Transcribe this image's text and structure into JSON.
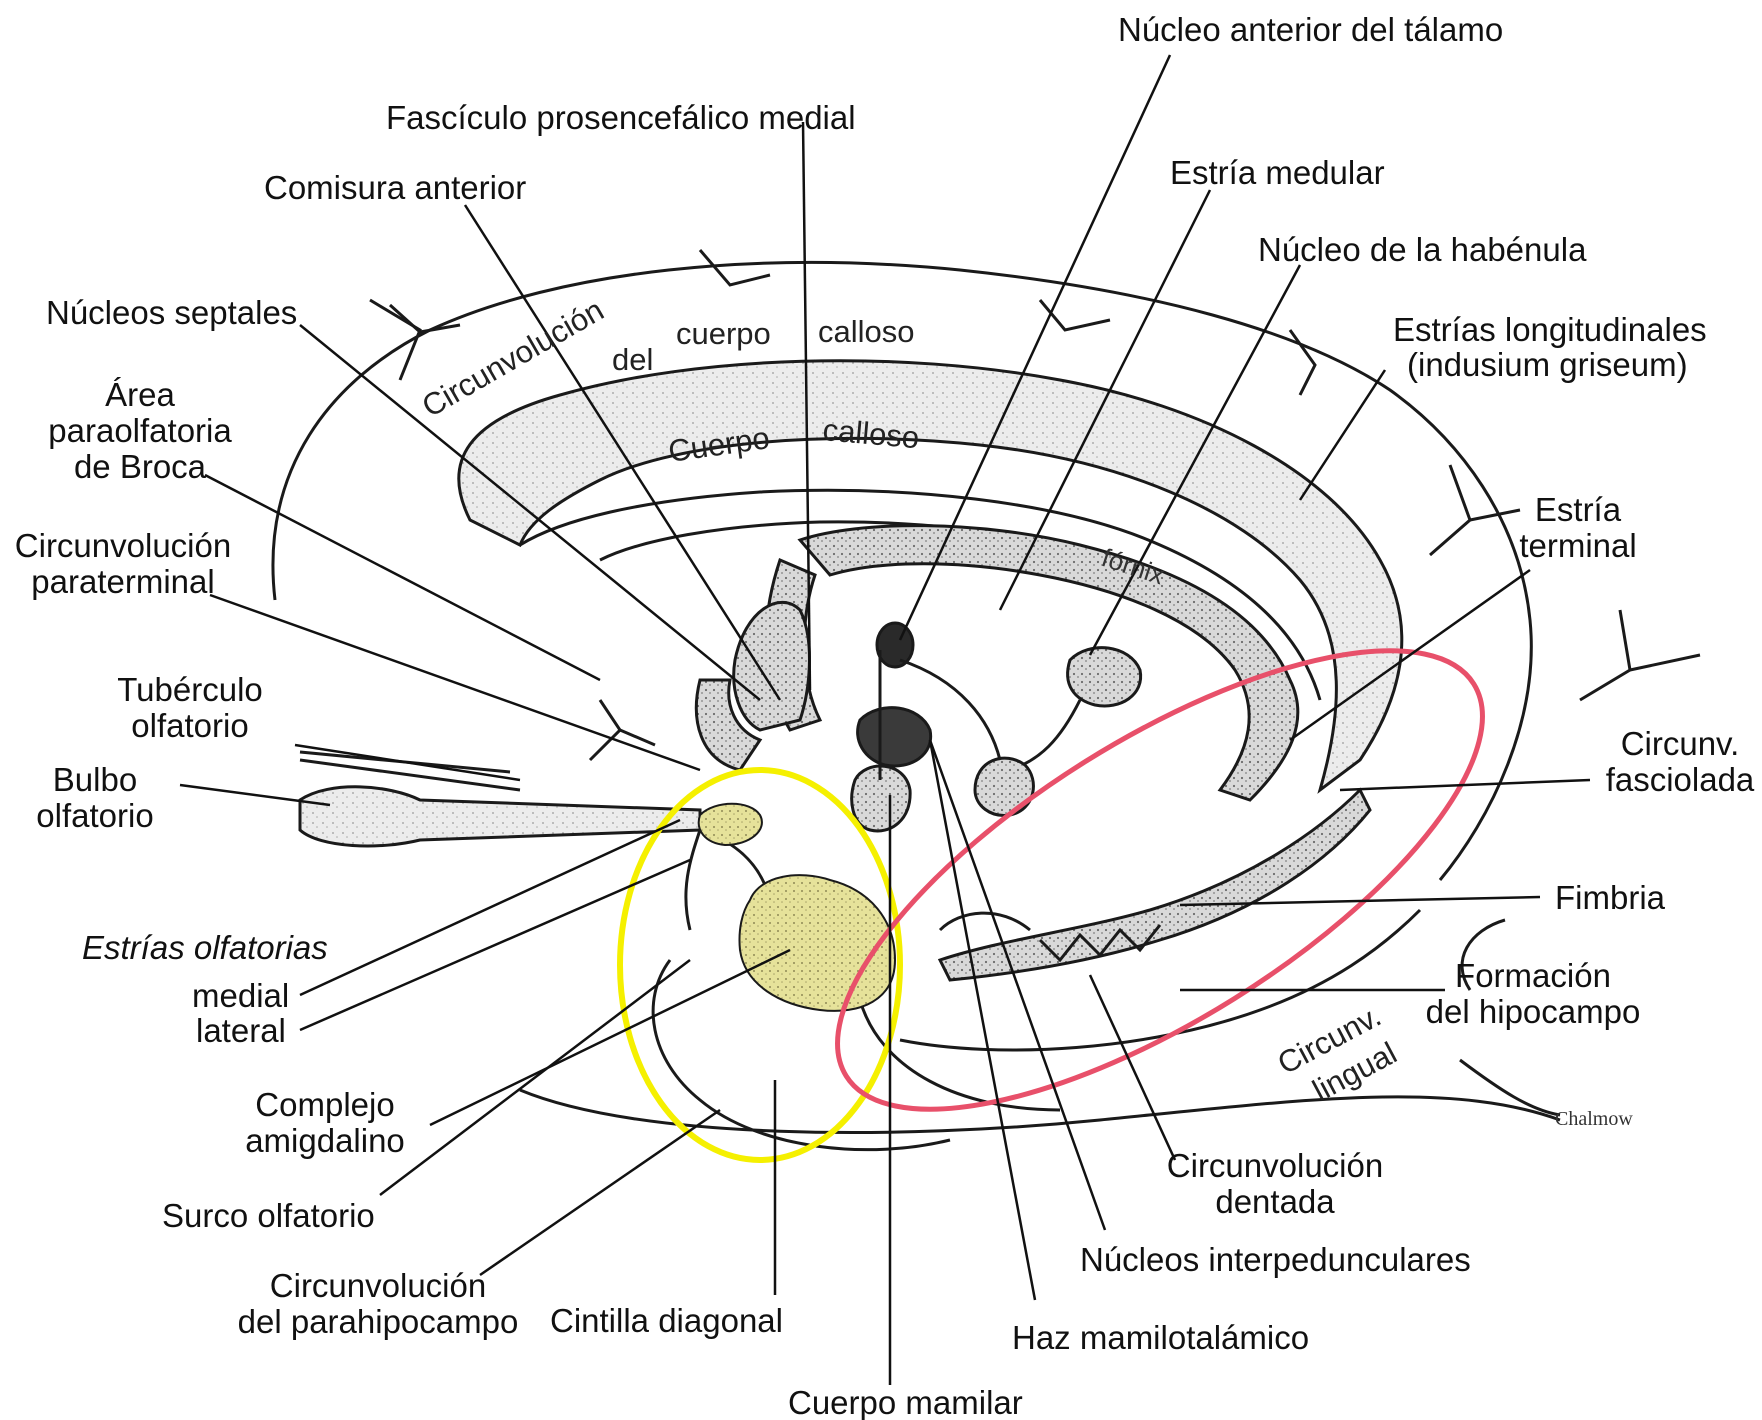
{
  "labels": {
    "nucleo_anterior_talamo": "Núcleo anterior del tálamo",
    "fasciculo_prosencefalico": "Fascículo prosencefálico medial",
    "estria_medular": "Estría medular",
    "comisura_anterior": "Comisura anterior",
    "nucleo_habenula": "Núcleo de la habénula",
    "nucleos_septales": "Núcleos septales",
    "estrias_longitudinales": "Estrías longitudinales",
    "indusium_griseum": "(indusium griseum)",
    "area_paraolfatoria_1": "Área",
    "area_paraolfatoria_2": "paraolfatoria",
    "area_paraolfatoria_3": "de Broca",
    "estria_terminal_1": "Estría",
    "estria_terminal_2": "terminal",
    "circ_paraterminal_1": "Circunvolución",
    "circ_paraterminal_2": "paraterminal",
    "tuberculo_1": "Tubérculo",
    "tuberculo_2": "olfatorio",
    "circ_fasciolada_1": "Circunv.",
    "circ_fasciolada_2": "fasciolada",
    "bulbo_1": "Bulbo",
    "bulbo_2": "olfatorio",
    "fimbria": "Fimbria",
    "estrias_olfatorias": "Estrías olfatorias",
    "medial": "medial",
    "lateral": "lateral",
    "formacion_hipocampo_1": "Formación",
    "formacion_hipocampo_2": "del hipocampo",
    "complejo_1": "Complejo",
    "complejo_2": "amigdalino",
    "circ_dentada_1": "Circunvolución",
    "circ_dentada_2": "dentada",
    "surco_olfatorio": "Surco olfatorio",
    "nucleos_interpedunculares": "Núcleos interpedunculares",
    "circ_parahipocampo_1": "Circunvolución",
    "circ_parahipocampo_2": "del parahipocampo",
    "cintilla_diagonal": "Cintilla diagonal",
    "haz_mamilotalamico": "Haz mamilotalámico",
    "cuerpo_mamilar": "Cuerpo mamilar"
  },
  "inner_labels": {
    "circunvolucion": "Circunvolución",
    "del": "del",
    "cuerpo": "cuerpo",
    "calloso": "calloso",
    "cuerpo2": "Cuerpo",
    "calloso2": "calloso",
    "fornix": "fórnix",
    "circunv": "Circunv.",
    "lingual": "lingual"
  },
  "signature": "Chalmow",
  "colors": {
    "amygdala_highlight": "#F5F000",
    "hippocampus_highlight": "#E8506A",
    "amygdala_fill": "#E6E29A",
    "ink": "#1a1a1a"
  }
}
